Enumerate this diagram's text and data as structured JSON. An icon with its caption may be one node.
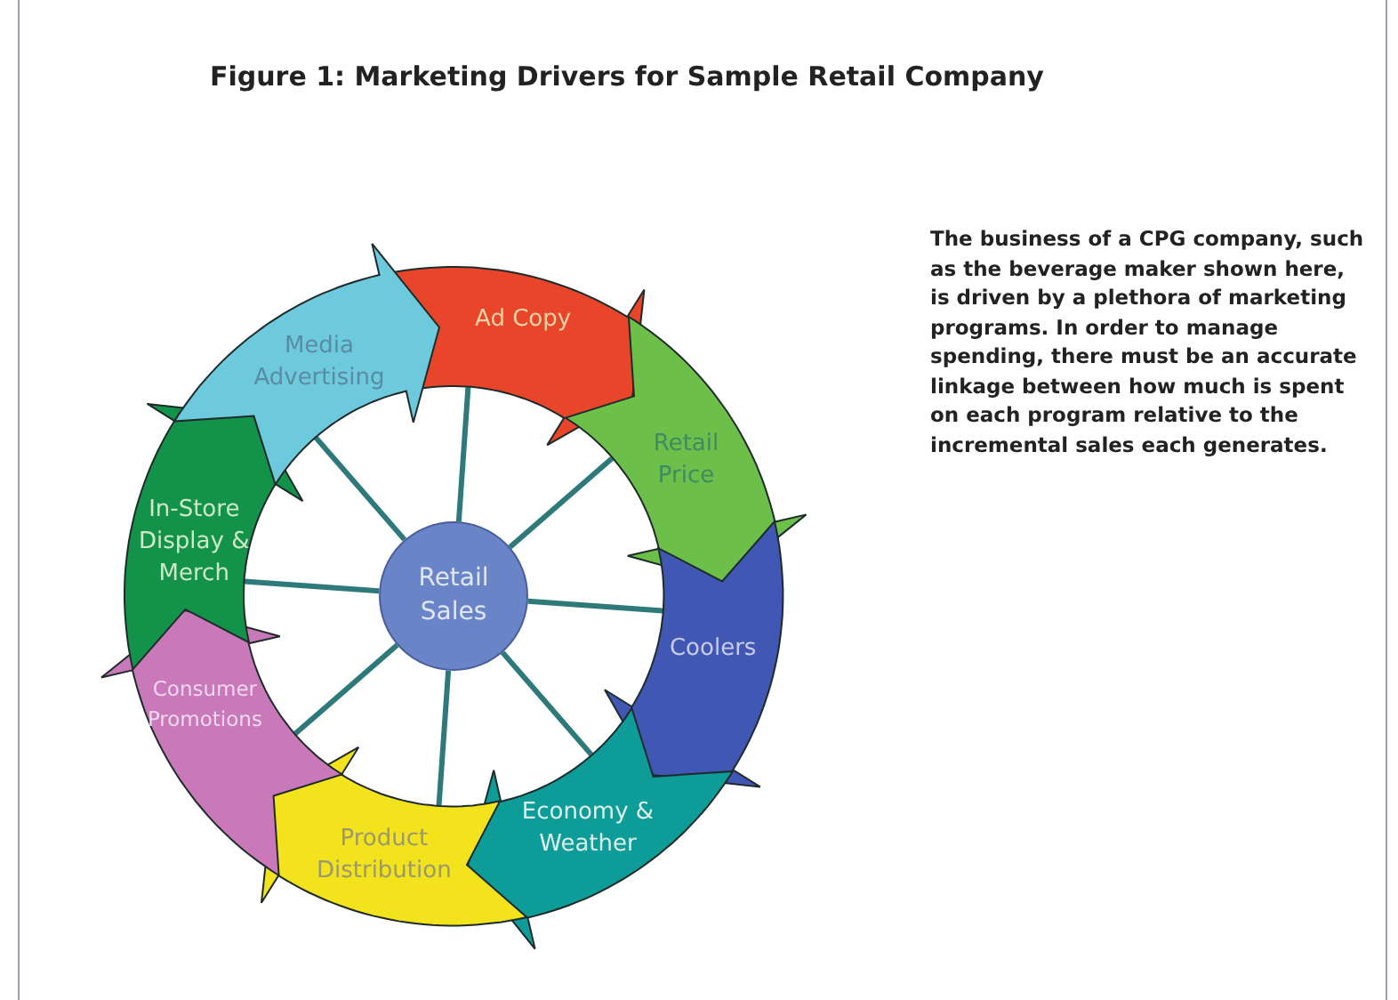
{
  "diagram": {
    "title": "Figure 1: Marketing Drivers for Sample Retail Company",
    "nodes": [
      {
        "text": [
          "Retail Sales"
        ]
      },
      {
        "text": [
          "Ad Copy"
        ]
      },
      {
        "text": [
          "Retail Price"
        ]
      },
      {
        "text": [
          "Coolers"
        ]
      },
      {
        "text": [
          "Economy & Weather"
        ]
      },
      {
        "text": [
          "Product Distribution"
        ]
      },
      {
        "text": [
          "Consumer Promotions"
        ]
      },
      {
        "text": [
          "In-Store Display & Merch"
        ]
      },
      {
        "text": [
          "Media Advertising"
        ]
      }
    ],
    "edges": [
      {
        "from": 0,
        "to": 1,
        "arrow": "none"
      },
      {
        "from": 0,
        "to": 2,
        "arrow": "none"
      },
      {
        "from": 0,
        "to": 3,
        "arrow": "none"
      },
      {
        "from": 0,
        "to": 4,
        "arrow": "none"
      },
      {
        "from": 0,
        "to": 5,
        "arrow": "none"
      },
      {
        "from": 0,
        "to": 6,
        "arrow": "none"
      },
      {
        "from": 0,
        "to": 7,
        "arrow": "none"
      },
      {
        "from": 0,
        "to": 8,
        "arrow": "none"
      }
    ],
    "labels": [
      "The business of a CPG company, such as the beverage maker shown here, is driven by a plethora of marketing programs. In order to manage spending, there must be an accurate linkage between how much is spent on each program relative to the incremental sales each generates."
    ]
  }
}
